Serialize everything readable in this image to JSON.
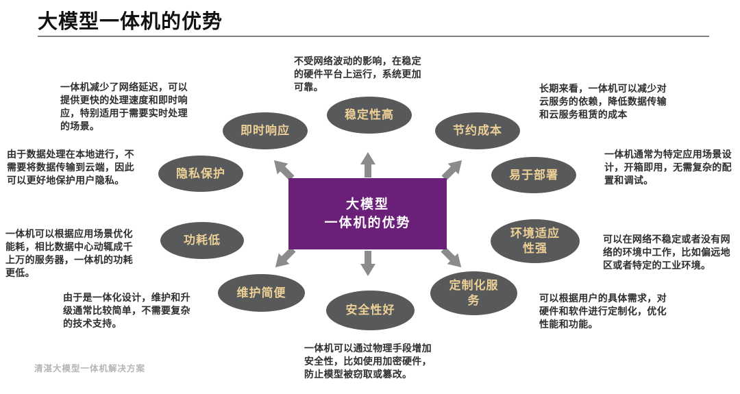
{
  "title": "大模型一体机的优势",
  "center": {
    "line1": "大模型",
    "line2": "一体机的优势"
  },
  "nodes": {
    "instant_response": {
      "label": "即时响应"
    },
    "stability": {
      "label": "稳定性高"
    },
    "cost_saving": {
      "label": "节约成本"
    },
    "privacy": {
      "label": "隐私保护"
    },
    "easy_deploy": {
      "label": "易于部署"
    },
    "low_power": {
      "label": "功耗低"
    },
    "env_adapt": {
      "label": "环境适应性强"
    },
    "easy_maintain": {
      "label": "维护简便"
    },
    "security": {
      "label": "安全性好"
    },
    "custom_service": {
      "label": "定制化服务"
    }
  },
  "annotations": {
    "top_left": {
      "text": "一体机减少了网络延迟，可以提供更快的处理速度和即时响应，特别适用于需要实时处理的场景。"
    },
    "left_mid": {
      "text": "由于数据处理在本地进行，不需要将数据传输到云端，因此可以更好地保护用户隐私。"
    },
    "left_lower": {
      "text": "一体机可以根据应用场景优化能耗，相比数据中心动辄成千上万的服务器，一体机的功耗更低。"
    },
    "bottom_left": {
      "text": "由于是一体化设计，维护和升级通常比较简单，不需要复杂的技术支持。"
    },
    "top_center": {
      "text": "不受网络波动的影响，在稳定的硬件平台上运行，系统更加可靠。"
    },
    "bottom_center": {
      "text": "一体机可以通过物理手段增加安全性，比如使用加密硬件，防止模型被窃取或篡改。"
    },
    "top_right": {
      "text": "长期来看，一体机可以减少对云服务的依赖，降低数据传输和云服务租赁的成本"
    },
    "right_upper": {
      "text": "一体机通常为特定应用场景设计，开箱即用，无需复杂的配置和调试。"
    },
    "right_lower": {
      "text": "可以在网络不稳定或者没有网络的环境中工作，比如偏远地区或者特定的工业环境。"
    },
    "bottom_right": {
      "text": "可以根据用户的具体需求，对硬件和软件进行定制化，优化性能和功能。"
    }
  },
  "arrows": [
    "up",
    "upper-left",
    "upper-right",
    "down",
    "lower-left",
    "lower-right"
  ],
  "footer": {
    "watermark": "清湛大模型一体机解决方案"
  },
  "colors": {
    "background": "#ffffff",
    "title": "#111111",
    "divider": "#808080",
    "center_fill": "#6a1f78",
    "center_text": "#ffffff",
    "node_fill": "#58595b",
    "node_label": "#ecd096",
    "arrow": "#8b8b8e",
    "body_text": "#2e2e2e",
    "watermark": "#b5b5b5"
  }
}
